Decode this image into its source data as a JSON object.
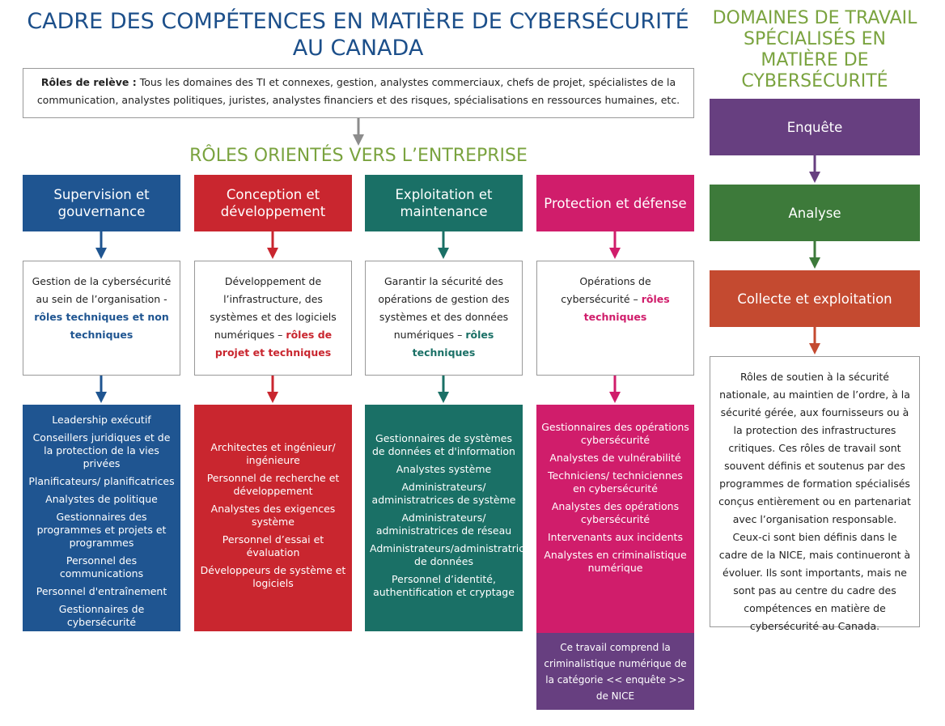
{
  "title": "CADRE DES COMPÉTENCES EN MATIÈRE DE CYBERSÉCURITÉ AU CANADA",
  "right_title": "DOMAINES DE TRAVAIL SPÉCIALISÉS EN MATIÈRE DE CYBERSÉCURITÉ",
  "support": {
    "label": "Rôles de relève :",
    "text": " Tous les domaines des TI et connexes, gestion, analystes commerciaux, chefs de projet, spécialistes de la communication, analystes politiques, juristes, analystes financiers et des risques, spécialisations en ressources humaines, etc."
  },
  "business_heading": "RÔLES ORIENTÉS VERS L’ENTREPRISE",
  "colors": {
    "blue": "#1f5591",
    "red": "#c9262f",
    "teal": "#1a7066",
    "pink": "#d01d6b",
    "purple": "#673f80",
    "green": "#3d7a3a",
    "orange": "#c44a30",
    "gray": "#8c8c8c"
  },
  "columns": [
    {
      "header": "Supervision et gouvernance",
      "desc_text": "Gestion de la cybersécurité au sein de l’organisation - ",
      "desc_bold": "rôles techniques et non techniques",
      "items": [
        "Leadership exécutif",
        "Conseillers juridiques et de la protection de la vies privées",
        "Planificateurs/ planificatrices",
        "Analystes de politique",
        "Gestionnaires des programmes et projets et programmes",
        "Personnel des communications",
        "Personnel d'entraînement",
        "Gestionnaires de cybersécurité"
      ]
    },
    {
      "header": "Conception et développement",
      "desc_text": "Développement de l’infrastructure, des systèmes et des logiciels numériques – ",
      "desc_bold": "rôles de projet et techniques",
      "items": [
        "Architectes et ingénieur/ ingénieure",
        "Personnel de recherche et développement",
        "Analystes des exigences système",
        "Personnel d’essai et évaluation",
        "Développeurs de système et logiciels"
      ]
    },
    {
      "header": "Exploitation et maintenance",
      "desc_text": "Garantir la sécurité des opérations de gestion des systèmes et des données numériques – ",
      "desc_bold": "rôles techniques",
      "items": [
        "Gestionnaires de systèmes de données et d'information",
        "Analystes système",
        "Administrateurs/ administratrices de système",
        "Administrateurs/ administratrices de réseau",
        "Administrateurs/administratrices de données",
        "Personnel d’identité, authentification et cryptage"
      ]
    },
    {
      "header": "Protection et défense",
      "desc_text": "Opérations de cybersécurité – ",
      "desc_bold": "rôles techniques",
      "items": [
        "Gestionnaires des opérations cybersécurité",
        "Analystes de vulnérabilité",
        "Techniciens/ techniciennes en cybersécurité",
        "Analystes des opérations cybersécurité",
        "Intervenants aux incidents",
        "Analystes en criminalistique numérique"
      ],
      "note": "Ce travail comprend la criminalistique numérique de la catégorie << enquête >> de NICE"
    }
  ],
  "specialized": [
    {
      "label": "Enquête"
    },
    {
      "label": "Analyse"
    },
    {
      "label": "Collecte et exploitation"
    }
  ],
  "specialized_desc": "Rôles de soutien à la sécurité nationale, au maintien de l’ordre, à la sécurité gérée, aux fournisseurs ou à la protection des infrastructures critiques. Ces rôles de travail sont souvent définis et soutenus par des programmes de formation spécialisés conçus entièrement ou en partenariat avec l’organisation responsable. Ceux-ci sont bien définis dans le cadre de la NICE, mais continueront à évoluer. Ils sont importants, mais ne sont pas au centre du cadre des compétences en matière de cybersécurité au Canada."
}
